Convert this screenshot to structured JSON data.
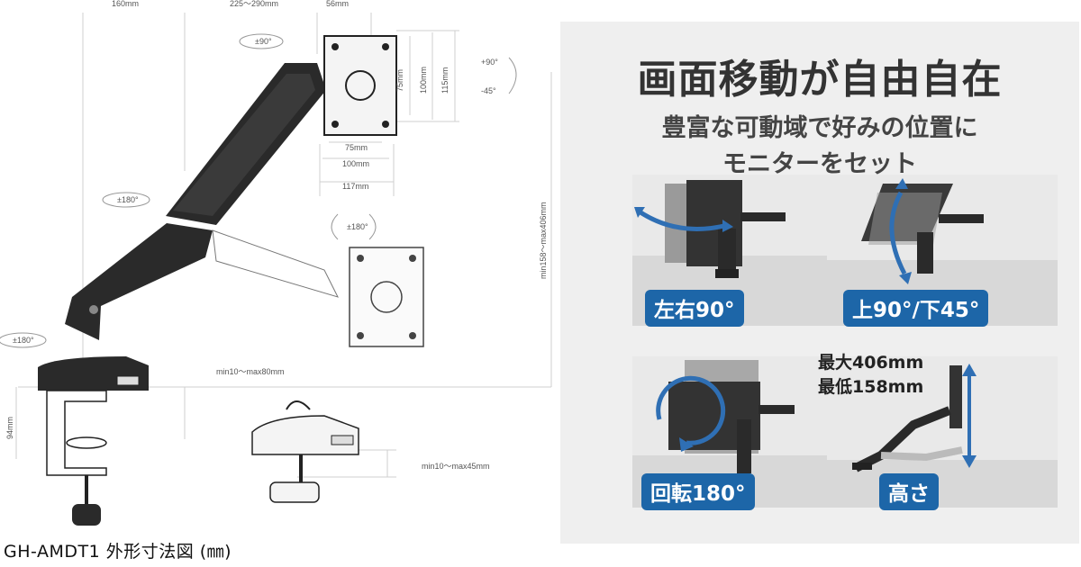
{
  "diagram": {
    "caption": "GH-AMDT1 外形寸法図 (㎜)",
    "dimensions": {
      "d160": "160mm",
      "d225": "225〜290mm",
      "d56": "56mm",
      "d75v": "75mm",
      "d100v": "100mm",
      "d115v": "115mm",
      "d75h": "75mm",
      "d100h": "100mm",
      "d117h": "117mm",
      "tilt_up": "+90°",
      "tilt_down": "-45°",
      "rot_top": "±90°",
      "rot_mid": "±180°",
      "rot_plate": "±180°",
      "rot_base": "±180°",
      "height_range": "min158〜max406mm",
      "reach": "min10〜max80mm",
      "clamp_h": "94mm",
      "clamp_range": "min10〜max45mm"
    }
  },
  "panel": {
    "title": "画面移動が自由自在",
    "subtitle_line1": "豊富な可動域で好みの位置に",
    "subtitle_line2": "モニターをセット",
    "features": [
      {
        "label": "左右90°"
      },
      {
        "label": "上90°/下45°"
      },
      {
        "label": "回転180°"
      },
      {
        "label": "高さ",
        "max": "最大406mm",
        "min": "最低158mm"
      }
    ],
    "accent_color": "#1d66a8"
  }
}
